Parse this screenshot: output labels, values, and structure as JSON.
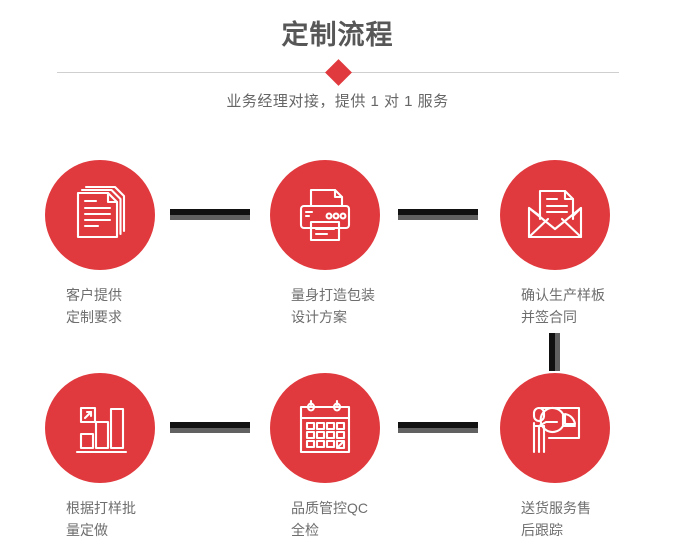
{
  "header": {
    "title": "定制流程",
    "subtitle": "业务经理对接，提供 1 对 1 服务",
    "diamond_icon": "diamond-marker",
    "accent_color": "#e13a3e",
    "title_color": "#575757",
    "subtitle_color": "#666666",
    "divider_color": "#cfcfcf"
  },
  "flow": {
    "connector_dark_color": "#111111",
    "connector_light_color": "#616161",
    "steps": [
      {
        "index": 1,
        "icon": "documents-stack-icon",
        "label": "客户提供\n定制要求"
      },
      {
        "index": 2,
        "icon": "printer-icon",
        "label": "量身打造包装\n设计方案"
      },
      {
        "index": 3,
        "icon": "envelope-document-icon",
        "label": "确认生产样板\n并签合同"
      },
      {
        "index": 4,
        "icon": "bar-chart-growth-icon",
        "label": "根据打样批\n量定做"
      },
      {
        "index": 5,
        "icon": "calendar-checklist-icon",
        "label": "品质管控QC\n全检"
      },
      {
        "index": 6,
        "icon": "presenter-piechart-icon",
        "label": "送货服务售\n后跟踪"
      }
    ],
    "connectors": [
      {
        "name": "connector-step1-step2",
        "orientation": "horizontal"
      },
      {
        "name": "connector-step2-step3",
        "orientation": "horizontal"
      },
      {
        "name": "connector-step3-step6",
        "orientation": "vertical"
      },
      {
        "name": "connector-step4-step5",
        "orientation": "horizontal"
      },
      {
        "name": "connector-step5-step6",
        "orientation": "horizontal"
      }
    ]
  }
}
